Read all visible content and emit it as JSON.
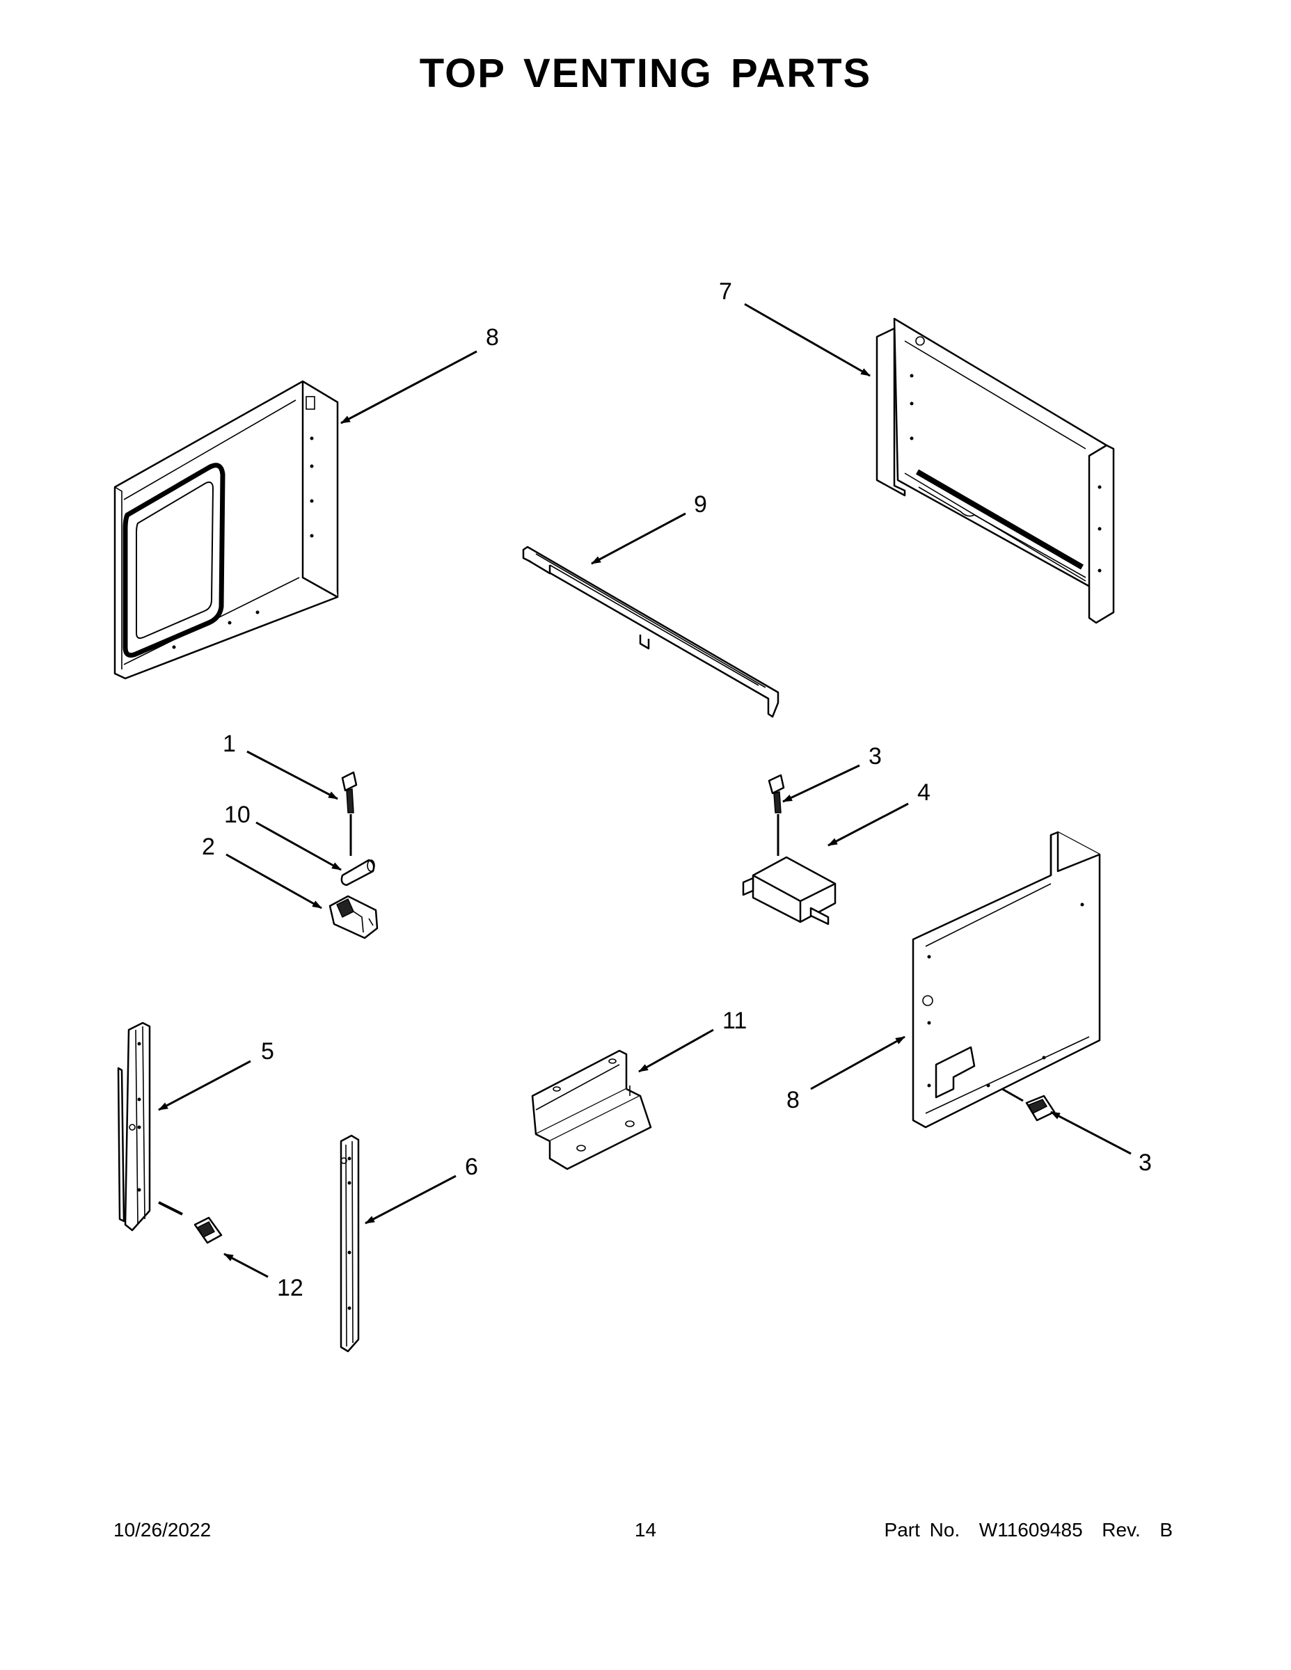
{
  "page": {
    "title": "TOP VENTING PARTS",
    "footer": {
      "date": "10/26/2022",
      "page_number": "14",
      "part_number": "Part No.  W11609485  Rev.  B"
    }
  },
  "callouts": [
    {
      "id": "c8a",
      "label": "8"
    },
    {
      "id": "c7",
      "label": "7"
    },
    {
      "id": "c9",
      "label": "9"
    },
    {
      "id": "c1",
      "label": "1"
    },
    {
      "id": "c10",
      "label": "10"
    },
    {
      "id": "c2",
      "label": "2"
    },
    {
      "id": "c3a",
      "label": "3"
    },
    {
      "id": "c4",
      "label": "4"
    },
    {
      "id": "c11",
      "label": "11"
    },
    {
      "id": "c5",
      "label": "5"
    },
    {
      "id": "c8b",
      "label": "8"
    },
    {
      "id": "c3b",
      "label": "3"
    },
    {
      "id": "c6",
      "label": "6"
    },
    {
      "id": "c12",
      "label": "12"
    }
  ]
}
